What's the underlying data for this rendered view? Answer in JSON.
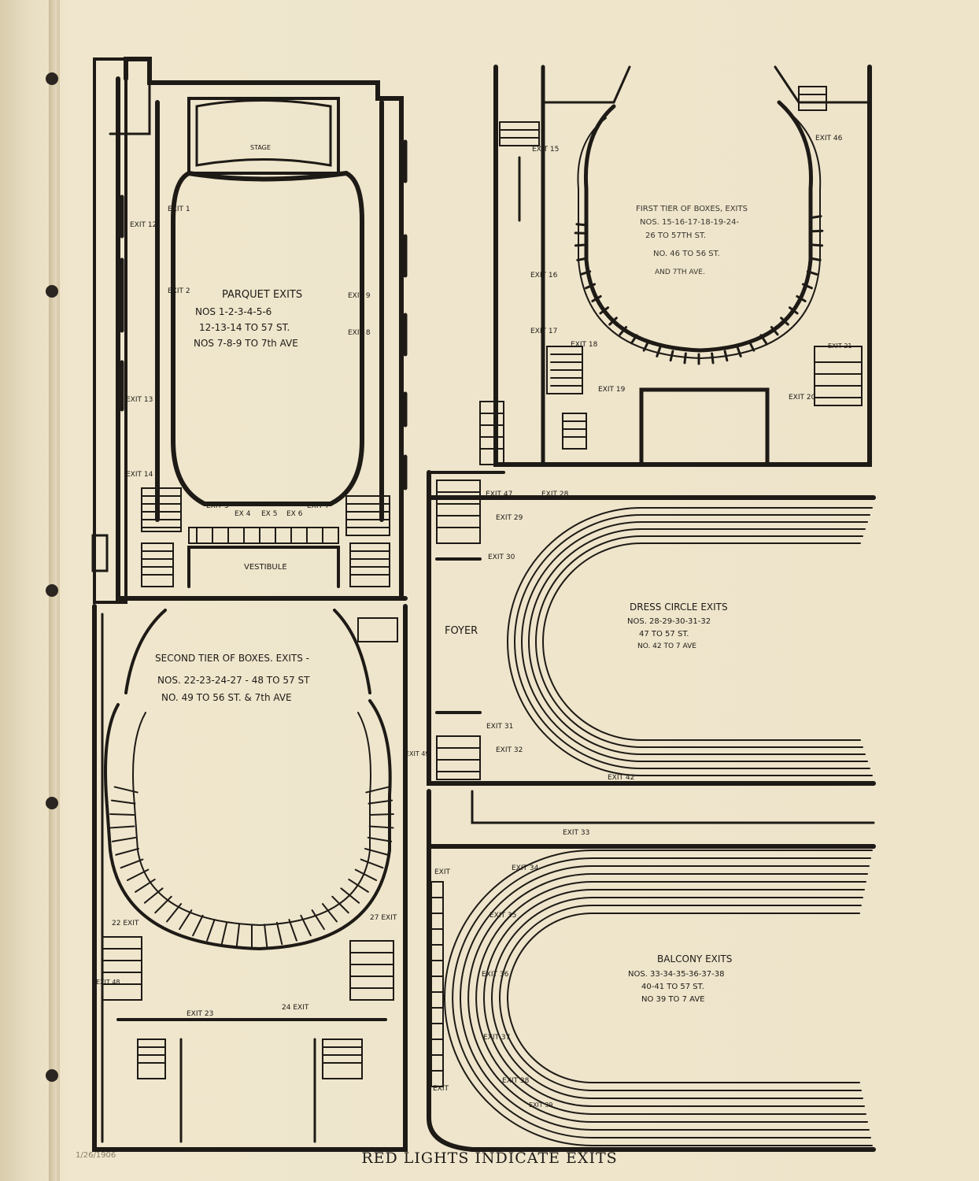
{
  "footer": {
    "caption": "RED LIGHTS INDICATE EXITS"
  },
  "pencil_note": "1/26/1906",
  "parquet": {
    "stage": "STAGE",
    "vestibule": "VESTIBULE",
    "title": "PARQUET EXITS",
    "line1": "NOS 1-2-3-4-5-6",
    "line2": "12-13-14 TO 57 ST.",
    "line3": "NOS 7-8-9 TO 7th AVE",
    "exits": {
      "e1": "EXIT 1",
      "e2": "EXIT 2",
      "e3": "EXIT 3",
      "e4": "EX 4",
      "e5": "EX 5",
      "e6": "EX 6",
      "e7": "EXIT 7",
      "e8": "EXIT 8",
      "e9": "EXIT 9",
      "e12": "EXIT 12",
      "e13": "EXIT 13",
      "e14": "EXIT 14"
    }
  },
  "first_tier": {
    "title": "FIRST TIER OF BOXES, EXITS",
    "line1": "NOS. 15-16-17-18-19-24-",
    "line2": "26 TO 57TH ST.",
    "line3": "NO. 46 TO 56 ST.",
    "line4": "AND 7TH AVE.",
    "exits": {
      "e15": "EXIT 15",
      "e16": "EXIT 16",
      "e17": "EXIT 17",
      "e18": "EXIT 18",
      "e19": "EXIT 19",
      "e20": "EXIT 20",
      "e21": "EXIT 21",
      "e46": "EXIT 46"
    }
  },
  "second_tier": {
    "title": "SECOND TIER OF BOXES. EXITS -",
    "line1": "NOS. 22-23-24-27 - 48 TO 57 ST",
    "line2": "NO. 49 TO 56 ST. & 7th AVE",
    "exits": {
      "e22": "22 EXIT",
      "e23": "EXIT 23",
      "e24": "24 EXIT",
      "e27": "27 EXIT",
      "e48": "EXIT 48",
      "e49": "EXIT 49"
    }
  },
  "dress_circle": {
    "foyer": "FOYER",
    "title": "DRESS CIRCLE EXITS",
    "line1": "NOS. 28-29-30-31-32",
    "line2": "47 TO 57 ST.",
    "line3": "NO. 42 TO 7 AVE",
    "exits": {
      "e28": "EXIT 28",
      "e29": "EXIT 29",
      "e30": "EXIT 30",
      "e31": "EXIT 31",
      "e32": "EXIT 32",
      "e42": "EXIT 42",
      "e47": "EXIT 47"
    }
  },
  "balcony": {
    "title": "BALCONY EXITS",
    "line1": "NOS. 33-34-35-36-37-38",
    "line2": "40-41 TO 57 ST.",
    "line3": "NO 39 TO 7 AVE",
    "exits": {
      "e33": "EXIT 33",
      "e34": "EXIT 34",
      "e35": "EXIT 35",
      "e36": "EXIT 36",
      "e37": "EXIT 37",
      "e38": "EXIT 38",
      "e39": "EXIT 39",
      "e40": "EXIT",
      "e41": "EXIT"
    }
  }
}
